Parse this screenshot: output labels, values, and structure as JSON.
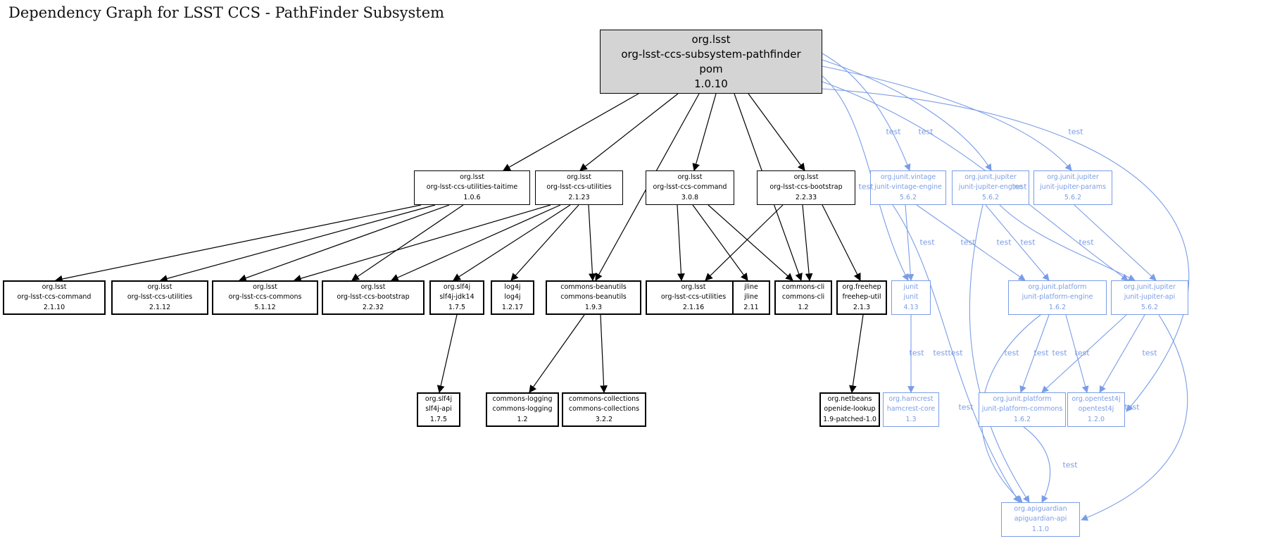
{
  "title": "Dependency Graph for LSST CCS - PathFinder Subsystem",
  "edge_label": "test",
  "colors": {
    "compile_edge": "#000000",
    "test_edge": "#7a9de6",
    "root_fill": "#d4d4d4",
    "node_background": "#ffffff"
  },
  "nodes": {
    "root": {
      "lines": [
        "org.lsst",
        "org-lsst-ccs-subsystem-pathfinder",
        "pom",
        "1.0.10"
      ],
      "scope": "root"
    },
    "taitime": {
      "lines": [
        "org.lsst",
        "org-lsst-ccs-utilities-taitime",
        "1.0.6"
      ],
      "scope": "compile"
    },
    "util2123": {
      "lines": [
        "org.lsst",
        "org-lsst-ccs-utilities",
        "2.1.23"
      ],
      "scope": "compile"
    },
    "cmd308": {
      "lines": [
        "org.lsst",
        "org-lsst-ccs-command",
        "3.0.8"
      ],
      "scope": "compile"
    },
    "boot2233": {
      "lines": [
        "org.lsst",
        "org-lsst-ccs-bootstrap",
        "2.2.33"
      ],
      "scope": "compile"
    },
    "vintage": {
      "lines": [
        "org.junit.vintage",
        "junit-vintage-engine",
        "5.6.2"
      ],
      "scope": "test"
    },
    "jengine": {
      "lines": [
        "org.junit.jupiter",
        "junit-jupiter-engine",
        "5.6.2"
      ],
      "scope": "test"
    },
    "jparams": {
      "lines": [
        "org.junit.jupiter",
        "junit-jupiter-params",
        "5.6.2"
      ],
      "scope": "test"
    },
    "cmd2110": {
      "lines": [
        "org.lsst",
        "org-lsst-ccs-command",
        "2.1.10"
      ],
      "scope": "compile"
    },
    "util2112": {
      "lines": [
        "org.lsst",
        "org-lsst-ccs-utilities",
        "2.1.12"
      ],
      "scope": "compile"
    },
    "commons5112": {
      "lines": [
        "org.lsst",
        "org-lsst-ccs-commons",
        "5.1.12"
      ],
      "scope": "compile"
    },
    "boot2232": {
      "lines": [
        "org.lsst",
        "org-lsst-ccs-bootstrap",
        "2.2.32"
      ],
      "scope": "compile"
    },
    "slf4j_jdk14": {
      "lines": [
        "org.slf4j",
        "slf4j-jdk14",
        "1.7.5"
      ],
      "scope": "compile"
    },
    "log4j": {
      "lines": [
        "log4j",
        "log4j",
        "1.2.17"
      ],
      "scope": "compile"
    },
    "beanutils": {
      "lines": [
        "commons-beanutils",
        "commons-beanutils",
        "1.9.3"
      ],
      "scope": "compile"
    },
    "util2116": {
      "lines": [
        "org.lsst",
        "org-lsst-ccs-utilities",
        "2.1.16"
      ],
      "scope": "compile"
    },
    "jline": {
      "lines": [
        "jline",
        "jline",
        "2.11"
      ],
      "scope": "compile"
    },
    "commons_cli": {
      "lines": [
        "commons-cli",
        "commons-cli",
        "1.2"
      ],
      "scope": "compile"
    },
    "freehep": {
      "lines": [
        "org.freehep",
        "freehep-util",
        "2.1.3"
      ],
      "scope": "compile"
    },
    "junit": {
      "lines": [
        "junit",
        "junit",
        "4.13"
      ],
      "scope": "test"
    },
    "platform_engine": {
      "lines": [
        "org.junit.platform",
        "junit-platform-engine",
        "1.6.2"
      ],
      "scope": "test"
    },
    "jupiter_api": {
      "lines": [
        "org.junit.jupiter",
        "junit-jupiter-api",
        "5.6.2"
      ],
      "scope": "test"
    },
    "slf4j_api": {
      "lines": [
        "org.slf4j",
        "slf4j-api",
        "1.7.5"
      ],
      "scope": "compile"
    },
    "commons_logging": {
      "lines": [
        "commons-logging",
        "commons-logging",
        "1.2"
      ],
      "scope": "compile"
    },
    "commons_collections": {
      "lines": [
        "commons-collections",
        "commons-collections",
        "3.2.2"
      ],
      "scope": "compile"
    },
    "netbeans": {
      "lines": [
        "org.netbeans",
        "openide-lookup",
        "1.9-patched-1.0"
      ],
      "scope": "compile"
    },
    "hamcrest": {
      "lines": [
        "org.hamcrest",
        "hamcrest-core",
        "1.3"
      ],
      "scope": "test"
    },
    "platform_commons": {
      "lines": [
        "org.junit.platform",
        "junit-platform-commons",
        "1.6.2"
      ],
      "scope": "test"
    },
    "opentest4j": {
      "lines": [
        "org.opentest4j",
        "opentest4j",
        "1.2.0"
      ],
      "scope": "test"
    },
    "apiguardian": {
      "lines": [
        "org.apiguardian",
        "apiguardian-api",
        "1.1.0"
      ],
      "scope": "test"
    }
  },
  "edges": [
    {
      "from": "root",
      "to": "taitime",
      "scope": "compile"
    },
    {
      "from": "root",
      "to": "util2123",
      "scope": "compile"
    },
    {
      "from": "root",
      "to": "beanutils",
      "scope": "compile"
    },
    {
      "from": "root",
      "to": "cmd308",
      "scope": "compile"
    },
    {
      "from": "root",
      "to": "commons_cli",
      "scope": "compile"
    },
    {
      "from": "root",
      "to": "boot2233",
      "scope": "compile"
    },
    {
      "from": "taitime",
      "to": "cmd2110",
      "scope": "compile"
    },
    {
      "from": "taitime",
      "to": "util2112",
      "scope": "compile"
    },
    {
      "from": "taitime",
      "to": "commons5112",
      "scope": "compile"
    },
    {
      "from": "taitime",
      "to": "boot2232",
      "scope": "compile"
    },
    {
      "from": "util2123",
      "to": "commons5112",
      "scope": "compile"
    },
    {
      "from": "util2123",
      "to": "boot2232",
      "scope": "compile"
    },
    {
      "from": "util2123",
      "to": "slf4j_jdk14",
      "scope": "compile"
    },
    {
      "from": "util2123",
      "to": "log4j",
      "scope": "compile"
    },
    {
      "from": "util2123",
      "to": "beanutils",
      "scope": "compile"
    },
    {
      "from": "cmd308",
      "to": "util2116",
      "scope": "compile"
    },
    {
      "from": "cmd308",
      "to": "jline",
      "scope": "compile"
    },
    {
      "from": "cmd308",
      "to": "commons_cli",
      "scope": "compile"
    },
    {
      "from": "boot2233",
      "to": "util2116",
      "scope": "compile"
    },
    {
      "from": "boot2233",
      "to": "commons_cli",
      "scope": "compile"
    },
    {
      "from": "boot2233",
      "to": "freehep",
      "scope": "compile"
    },
    {
      "from": "slf4j_jdk14",
      "to": "slf4j_api",
      "scope": "compile"
    },
    {
      "from": "beanutils",
      "to": "commons_logging",
      "scope": "compile"
    },
    {
      "from": "beanutils",
      "to": "commons_collections",
      "scope": "compile"
    },
    {
      "from": "freehep",
      "to": "netbeans",
      "scope": "compile"
    },
    {
      "from": "root",
      "to": "vintage",
      "scope": "test"
    },
    {
      "from": "root",
      "to": "jengine",
      "scope": "test"
    },
    {
      "from": "root",
      "to": "jparams",
      "scope": "test"
    },
    {
      "from": "root",
      "to": "junit",
      "scope": "test"
    },
    {
      "from": "root",
      "to": "jupiter_api",
      "scope": "test"
    },
    {
      "from": "root",
      "to": "opentest4j",
      "scope": "test"
    },
    {
      "from": "vintage",
      "to": "junit",
      "scope": "test"
    },
    {
      "from": "vintage",
      "to": "platform_engine",
      "scope": "test"
    },
    {
      "from": "jengine",
      "to": "platform_engine",
      "scope": "test"
    },
    {
      "from": "jengine",
      "to": "jupiter_api",
      "scope": "test"
    },
    {
      "from": "jparams",
      "to": "jupiter_api",
      "scope": "test"
    },
    {
      "from": "junit",
      "to": "hamcrest",
      "scope": "test"
    },
    {
      "from": "vintage",
      "to": "apiguardian",
      "scope": "test"
    },
    {
      "from": "jengine",
      "to": "apiguardian",
      "scope": "test"
    },
    {
      "from": "platform_engine",
      "to": "platform_commons",
      "scope": "test"
    },
    {
      "from": "jupiter_api",
      "to": "platform_commons",
      "scope": "test"
    },
    {
      "from": "platform_engine",
      "to": "opentest4j",
      "scope": "test"
    },
    {
      "from": "jupiter_api",
      "to": "opentest4j",
      "scope": "test"
    },
    {
      "from": "platform_engine",
      "to": "apiguardian",
      "scope": "test"
    },
    {
      "from": "jupiter_api",
      "to": "apiguardian",
      "scope": "test"
    },
    {
      "from": "platform_commons",
      "to": "apiguardian",
      "scope": "test"
    }
  ]
}
